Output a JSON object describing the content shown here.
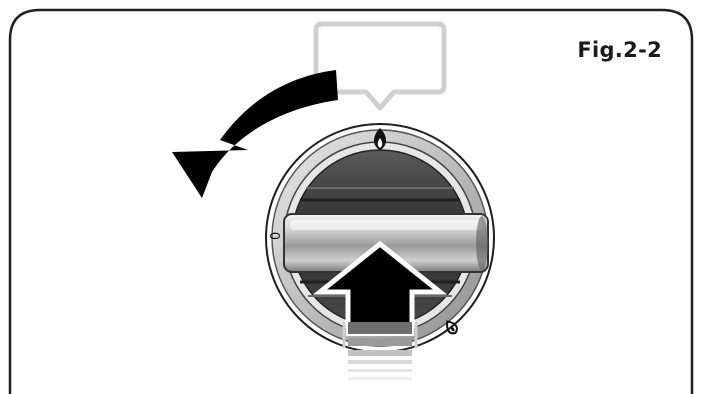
{
  "figure": {
    "label": "Fig.2-2"
  },
  "knob": {
    "marks": [
      {
        "symbol": "flame-icon"
      },
      {
        "text": "0"
      },
      {
        "symbol": "small-flame-icon"
      }
    ],
    "zero_mark": "0"
  },
  "arrows": {
    "rotate": "rotate-counterclockwise-arrow-icon",
    "push": "push-up-arrow-icon"
  },
  "colors": {
    "frame": "#1f1f1f",
    "arrow": "#000000",
    "knob_dark": "#3a3a3a",
    "knob_ring": "#b8b8b8",
    "bubble": "#cfcfcf"
  }
}
